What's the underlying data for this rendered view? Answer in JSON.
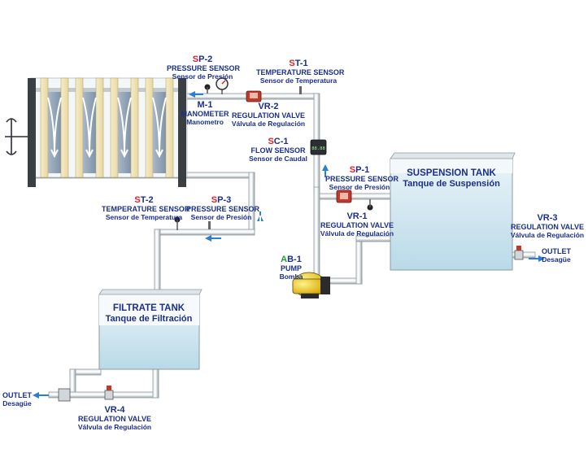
{
  "components": {
    "sp2": {
      "code_letter": "S",
      "code_rest": "P-2",
      "name_en": "PRESSURE SENSOR",
      "name_es": "Sensor de Presión"
    },
    "st1": {
      "code_letter": "S",
      "code_rest": "T-1",
      "name_en": "TEMPERATURE SENSOR",
      "name_es": "Sensor de Temperatura"
    },
    "m1": {
      "code": "M-1",
      "name_en": "MANOMETER",
      "name_es": "Manometro"
    },
    "vr2": {
      "code": "VR-2",
      "name_en": "REGULATION VALVE",
      "name_es": "Válvula de Regulación"
    },
    "sc1": {
      "code_letter": "S",
      "code_rest": "C-1",
      "name_en": "FLOW SENSOR",
      "name_es": "Sensor de Caudal"
    },
    "sp1": {
      "code_letter": "S",
      "code_rest": "P-1",
      "name_en": "PRESSURE SENSOR",
      "name_es": "Sensor de Presión"
    },
    "vr1": {
      "code": "VR-1",
      "name_en": "REGULATION VALVE",
      "name_es": "Válvula de Regulación"
    },
    "ab1": {
      "code_letter": "A",
      "code_rest": "B-1",
      "name_en": "PUMP",
      "name_es": "Bomba"
    },
    "st2": {
      "code_letter": "S",
      "code_rest": "T-2",
      "name_en": "TEMPERATURE SENSOR",
      "name_es": "Sensor de Temperatura"
    },
    "sp3": {
      "code_letter": "S",
      "code_rest": "P-3",
      "name_en": "PRESSURE SENSOR",
      "name_es": "Sensor de Presión"
    },
    "vr3": {
      "code": "VR-3",
      "name_en": "REGULATION VALVE",
      "name_es": "Válvula de Regulación"
    },
    "vr4": {
      "code": "VR-4",
      "name_en": "REGULATION VALVE",
      "name_es": "Válvula de Regulación"
    },
    "outlet_right": {
      "name_en": "OUTLET",
      "name_es": "Desagüe"
    },
    "outlet_left": {
      "name_en": "OUTLET",
      "name_es": "Desagüe"
    }
  },
  "tanks": {
    "suspension": {
      "name_en": "SUSPENSION TANK",
      "name_es": "Tanque de Suspensión"
    },
    "filtrate": {
      "name_en": "FILTRATE TANK",
      "name_es": "Tanque de Filtración"
    }
  },
  "flow_sensor_display": "88.88",
  "colors": {
    "label_blue": "#1b2f8a",
    "code_red": "#e0202a",
    "code_green": "#1f9a3a",
    "flow_arrow": "#2a7fd0",
    "pump_yellow": "#f2c400",
    "water": "#cfe6f1"
  }
}
